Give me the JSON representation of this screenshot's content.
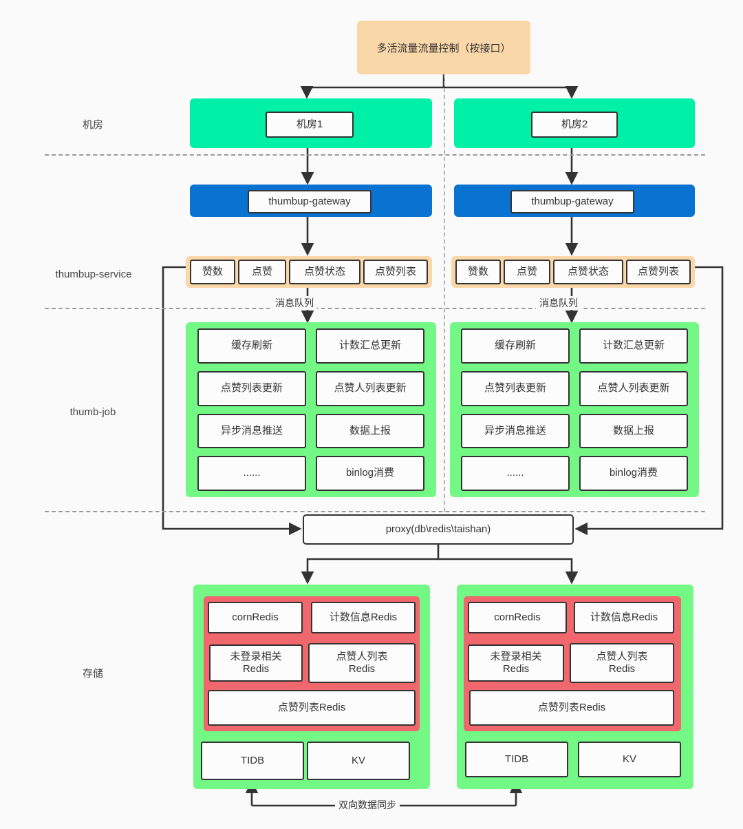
{
  "diagram": {
    "title_box": {
      "label": "多活流量流量控制（按接口）",
      "color": "#fad7a8"
    },
    "row_labels": [
      {
        "key": "idc",
        "label": "机房"
      },
      {
        "key": "service",
        "label": "thumbup-service"
      },
      {
        "key": "job",
        "label": "thumb-job"
      },
      {
        "key": "storage",
        "label": "存储"
      }
    ],
    "edge_labels": {
      "mq_left": "消息队列",
      "mq_right": "消息队列",
      "bidir_sync": "双向数据同步"
    },
    "colors": {
      "background": "#fafafa",
      "orange_band": "#fad7a8",
      "teal_band": "#00f0a8",
      "blue_band": "#0a72d0",
      "green_band": "#73f785",
      "red_band": "#f0676d",
      "stroke": "#333333",
      "dashed": "#9a9a9a"
    },
    "columns": [
      {
        "key": "left",
        "idc": {
          "label": "机房1",
          "band_color": "#00f0a8"
        },
        "gateway": {
          "label": "thumbup-gateway",
          "band_color": "#0a72d0"
        },
        "service": {
          "band_color": "#fad7a8",
          "items": [
            "赞数",
            "点赞",
            "点赞状态",
            "点赞列表"
          ]
        },
        "job": {
          "band_color": "#73f785",
          "items": [
            "缓存刷新",
            "计数汇总更新",
            "点赞列表更新",
            "点赞人列表更新",
            "异步消息推送",
            "数据上报",
            "......",
            "binlog消费"
          ]
        },
        "storage": {
          "band_color": "#73f785",
          "redis_group": {
            "band_color": "#f0676d",
            "items": [
              "cornRedis",
              "计数信息Redis",
              "未登录相关\nRedis",
              "点赞人列表\nRedis",
              "点赞列表Redis"
            ]
          },
          "db_items": [
            "TIDB",
            "KV"
          ]
        }
      },
      {
        "key": "right",
        "idc": {
          "label": "机房2",
          "band_color": "#00f0a8"
        },
        "gateway": {
          "label": "thumbup-gateway",
          "band_color": "#0a72d0"
        },
        "service": {
          "band_color": "#fad7a8",
          "items": [
            "赞数",
            "点赞",
            "点赞状态",
            "点赞列表"
          ]
        },
        "job": {
          "band_color": "#73f785",
          "items": [
            "缓存刷新",
            "计数汇总更新",
            "点赞列表更新",
            "点赞人列表更新",
            "异步消息推送",
            "数据上报",
            "......",
            "binlog消费"
          ]
        },
        "storage": {
          "band_color": "#73f785",
          "redis_group": {
            "band_color": "#f0676d",
            "items": [
              "cornRedis",
              "计数信息Redis",
              "未登录相关\nRedis",
              "点赞人列表\nRedis",
              "点赞列表Redis"
            ]
          },
          "db_items": [
            "TIDB",
            "KV"
          ]
        }
      }
    ],
    "proxy": {
      "label": "proxy(db\\redis\\taishan)"
    }
  }
}
